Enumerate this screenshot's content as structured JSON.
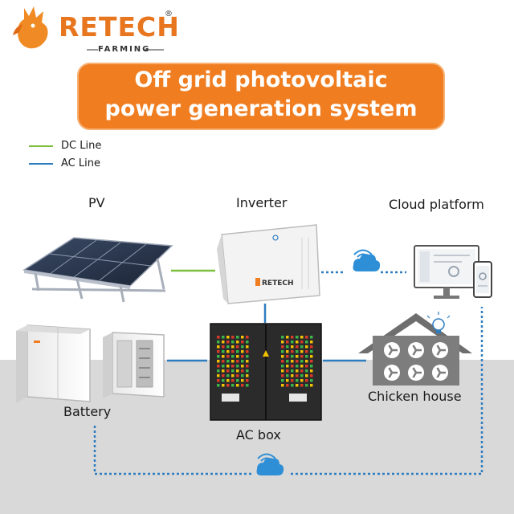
{
  "brand": {
    "name": "RETECH",
    "tagline": "FARMING",
    "registered": "®"
  },
  "title": {
    "line1": "Off grid photovoltaic",
    "line2": "power generation system"
  },
  "legend": [
    {
      "label": "DC Line",
      "color": "#7cbf3d"
    },
    {
      "label": "AC Line",
      "color": "#2f7dc1"
    }
  ],
  "nodes": {
    "pv": "PV",
    "inverter": "Inverter",
    "cloud": "Cloud platform",
    "battery": "Battery",
    "acbox": "AC box",
    "chicken": "Chicken house"
  },
  "inverter_logo": "RETECH",
  "colors": {
    "accent": "#f07d20",
    "dc_line": "#7cbf3d",
    "ac_line": "#2f7dc1",
    "cloud": "#2f8fd6",
    "ground": "#d9d9d9"
  }
}
